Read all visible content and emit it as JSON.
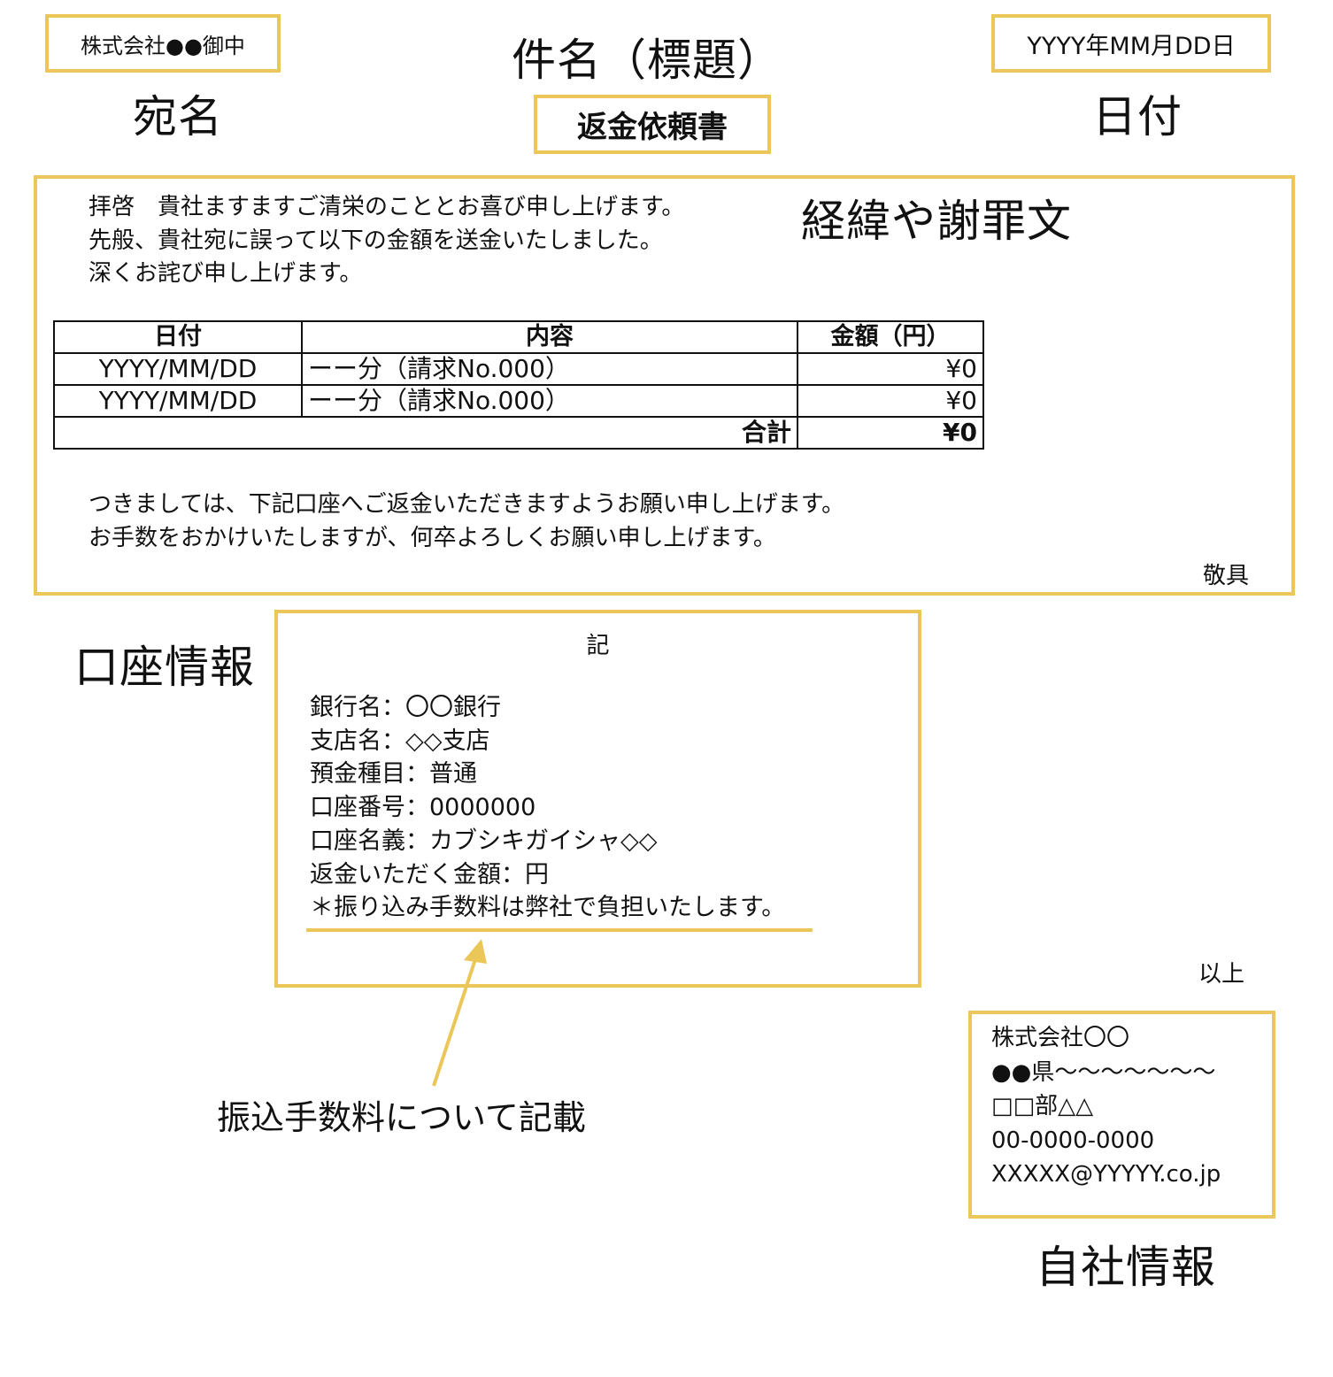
{
  "colors": {
    "accent_border": "#ebc75a",
    "text": "#111111",
    "background": "#ffffff"
  },
  "header": {
    "addressee": "株式会社●●御中",
    "addressee_annotation": "宛名",
    "subject_annotation": "件名（標題）",
    "subject": "返金依頼書",
    "date": "YYYY年MM月DD日",
    "date_annotation": "日付"
  },
  "body": {
    "annotation": "経緯や謝罪文",
    "intro_lines": [
      "拝啓　貴社ますますご清栄のこととお喜び申し上げます。",
      "先般、貴社宛に誤って以下の金額を送金いたしました。",
      "深くお詫び申し上げます。"
    ],
    "table": {
      "headers": [
        "日付",
        "内容",
        "金額（円）"
      ],
      "rows": [
        {
          "date": "YYYY/MM/DD",
          "description": "ーー分（請求No.000）",
          "amount": "¥0"
        },
        {
          "date": "YYYY/MM/DD",
          "description": "ーー分（請求No.000）",
          "amount": "¥0"
        }
      ],
      "total_label": "合計",
      "total_amount": "¥0"
    },
    "request_lines": [
      "つきましては、下記口座へご返金いただきますようお願い申し上げます。",
      "お手数をおかけいたしますが、何卒よろしくお願い申し上げます。"
    ],
    "closing": "敬具"
  },
  "account": {
    "annotation": "口座情報",
    "heading": "記",
    "lines": [
      "銀行名：〇〇銀行",
      "支店名：◇◇支店",
      "預金種目：普通",
      "口座番号：0000000",
      "口座名義：カブシキガイシャ◇◇",
      "返金いただく金額：円",
      "＊振り込み手数料は弊社で負担いたします。"
    ],
    "fee_note_annotation": "振込手数料について記載"
  },
  "footer": {
    "end_mark": "以上",
    "company_lines": [
      "株式会社〇〇",
      "●●県〜〜〜〜〜〜〜",
      "□□部△△",
      "00-0000-0000",
      "XXXXX@YYYYY.co.jp"
    ],
    "company_annotation": "自社情報"
  }
}
